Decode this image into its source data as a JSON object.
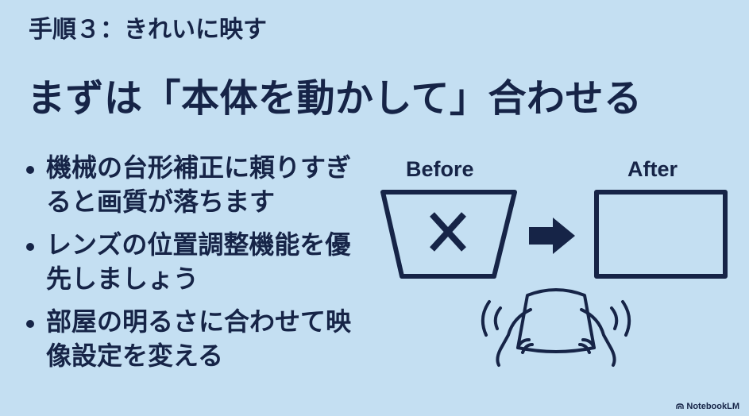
{
  "slide": {
    "step_title": "手順３：きれいに映す",
    "main_title": "まずは「本体を動かして」合わせる",
    "bullets": [
      {
        "text": "機械の台形補正に頼りすぎると画質が落ちます"
      },
      {
        "text": "レンズの位置調整機能を優先しましょう"
      },
      {
        "text": "部屋の明るさに合わせて映像設定を変える"
      }
    ],
    "diagram": {
      "before_label": "Before",
      "after_label": "After",
      "icons": [
        "trapezoid-screen-icon",
        "cross-mark-icon",
        "arrow-right-icon",
        "rectangle-screen-icon",
        "hands-holding-projector-icon"
      ]
    },
    "brand": "NotebookLM",
    "colors": {
      "background": "#c4dff2",
      "ink": "#162447"
    }
  }
}
